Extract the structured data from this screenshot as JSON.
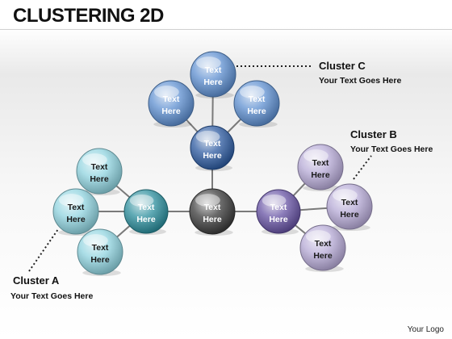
{
  "title": "CLUSTERING 2D",
  "logo": "Your Logo",
  "colors": {
    "blue": "#5d8fd0",
    "navy": "#2c5aa0",
    "teal_light": "#8fd3df",
    "teal": "#2b8d9c",
    "purple_light": "#b6a9d6",
    "purple": "#6652a3",
    "center": "#3a3a3a",
    "connector": "#7a7a7a"
  },
  "center_node": {
    "line1": "Text",
    "line2": "Here",
    "color": "center"
  },
  "clusters": [
    {
      "name": "Cluster A",
      "subtitle": "Your Text Goes Here",
      "hub": {
        "line1": "Text",
        "line2": "Here",
        "color": "teal"
      },
      "satellites": [
        {
          "line1": "Text",
          "line2": "Here",
          "color": "teal_light"
        },
        {
          "line1": "Text",
          "line2": "Here",
          "color": "teal_light"
        },
        {
          "line1": "Text",
          "line2": "Here",
          "color": "teal_light"
        }
      ]
    },
    {
      "name": "Cluster B",
      "subtitle": "Your Text Goes Here",
      "hub": {
        "line1": "Text",
        "line2": "Here",
        "color": "purple"
      },
      "satellites": [
        {
          "line1": "Text",
          "line2": "Here",
          "color": "purple_light"
        },
        {
          "line1": "Text",
          "line2": "Here",
          "color": "purple_light"
        },
        {
          "line1": "Text",
          "line2": "Here",
          "color": "purple_light"
        }
      ]
    },
    {
      "name": "Cluster C",
      "subtitle": "Your Text Goes Here",
      "hub": {
        "line1": "Text",
        "line2": "Here",
        "color": "navy"
      },
      "satellites": [
        {
          "line1": "Text",
          "line2": "Here",
          "color": "blue"
        },
        {
          "line1": "Text",
          "line2": "Here",
          "color": "blue"
        },
        {
          "line1": "Text",
          "line2": "Here",
          "color": "blue"
        }
      ]
    }
  ]
}
